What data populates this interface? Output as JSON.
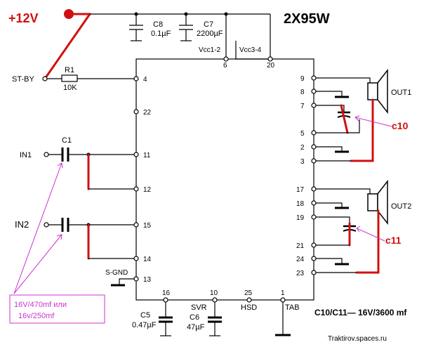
{
  "title": "2X95W",
  "supply": "+12V",
  "standby": "ST-BY",
  "r1": {
    "name": "R1",
    "value": "10K"
  },
  "c8": {
    "name": "C8",
    "value": "0.1µF"
  },
  "c7": {
    "name": "C7",
    "value": "2200µF"
  },
  "vcc12": "Vcc1-2",
  "vcc34": "Vcc3-4",
  "in1": "IN1",
  "in2": "IN2",
  "c1": "C1",
  "sgnd": "S-GND",
  "out1": "OUT1",
  "out2": "OUT2",
  "c10": "c10",
  "c11": "c11",
  "note_line1": "16V/470mf или",
  "note_line2": "16v/250mf",
  "c5": {
    "name": "C5",
    "value": "0.47µF"
  },
  "c6": {
    "name": "C6",
    "value": "47µF"
  },
  "svr": "SVR",
  "hsd": "HSD",
  "tab": "TAB",
  "caption": "C10/C11— 16V/3600 mf",
  "watermark": "Traktirov.spaces.ru",
  "pins": {
    "p4": "4",
    "p22": "22",
    "p11": "11",
    "p12": "12",
    "p15": "15",
    "p14": "14",
    "p13": "13",
    "p6": "6",
    "p20": "20",
    "p9": "9",
    "p8": "8",
    "p7": "7",
    "p5": "5",
    "p2": "2",
    "p3": "3",
    "p17": "17",
    "p18": "18",
    "p19": "19",
    "p21": "21",
    "p24": "24",
    "p23": "23",
    "p16": "16",
    "p10": "10",
    "p25": "25",
    "p1": "1"
  },
  "colors": {
    "red": "#d01010",
    "magenta": "#cc33cc"
  }
}
